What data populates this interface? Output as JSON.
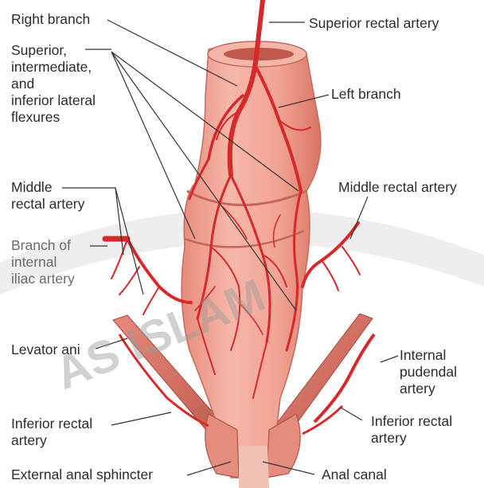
{
  "labels": {
    "right_branch": "Right branch",
    "superior_rectal_artery": "Superior rectal artery",
    "flexures": [
      "Superior,",
      "intermediate,",
      "and",
      "inferior lateral",
      "flexures"
    ],
    "left_branch": "Left branch",
    "middle_rectal_left": [
      "Middle",
      "rectal artery"
    ],
    "middle_rectal_right": "Middle rectal artery",
    "branch_internal_iliac": [
      "Branch of",
      "internal",
      "iliac artery"
    ],
    "levator_ani": "Levator ani",
    "internal_pudendal": [
      "Internal",
      "pudendal",
      "artery"
    ],
    "inferior_rectal_left": [
      "Inferior rectal",
      "artery"
    ],
    "inferior_rectal_right": [
      "Inferior rectal",
      "artery"
    ],
    "external_anal_sphincter": "External anal sphincter",
    "anal_canal": "Anal canal"
  },
  "watermark": "AS ISLAM",
  "colors": {
    "tissue": "#f2a79a",
    "tissue_dark": "#d97d6f",
    "artery": "#d8282a",
    "leader": "#333333"
  }
}
